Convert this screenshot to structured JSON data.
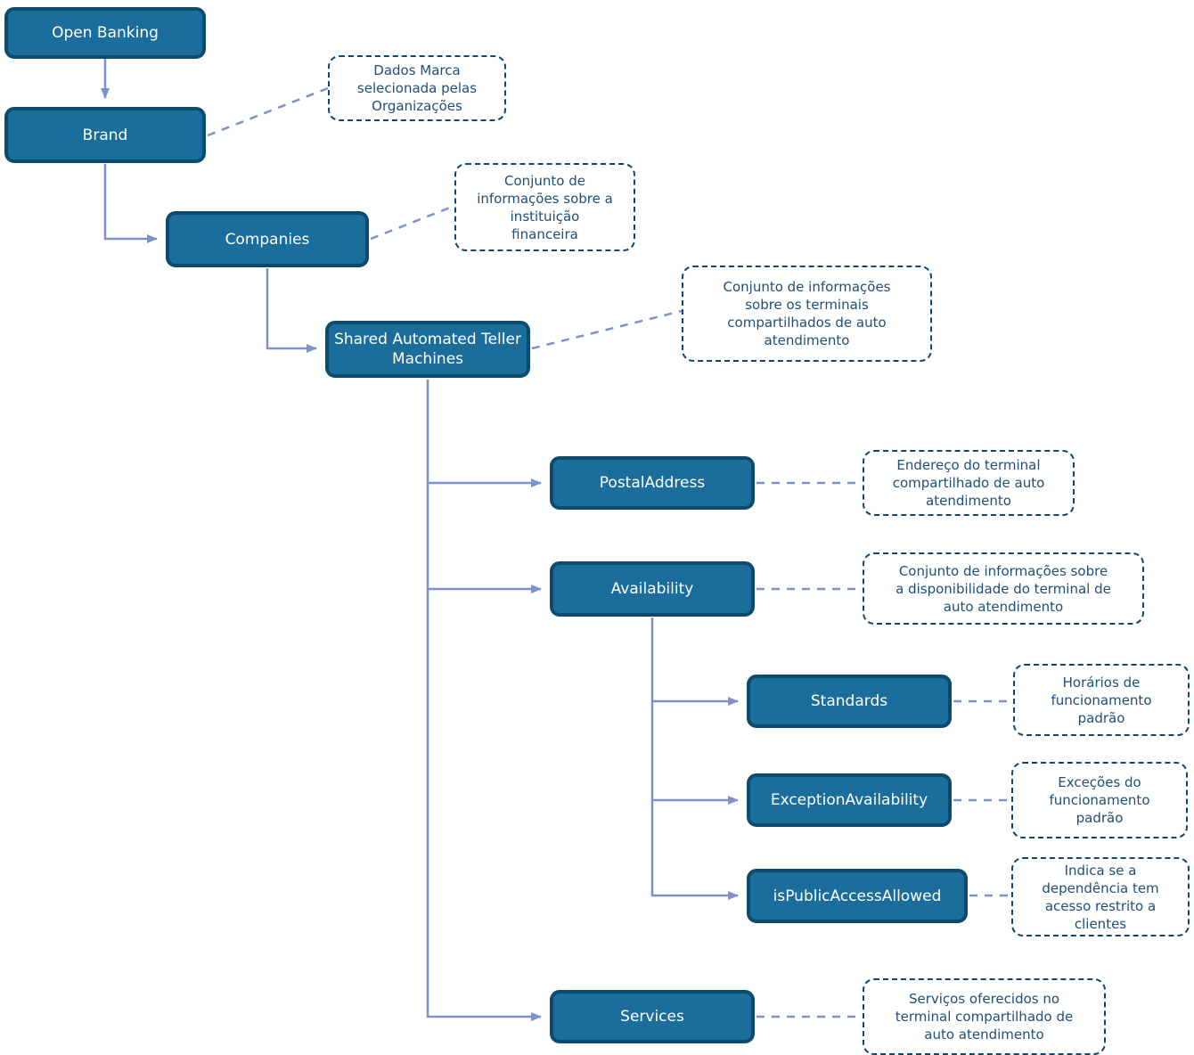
{
  "diagram_title": "Open Banking - Shared Automated Teller Machines hierarchy",
  "colors": {
    "node_fill": "#1B6D9B",
    "node_border": "#0C4A6E",
    "node_text": "#FFFFFF",
    "connector": "#7E91C8",
    "note_border": "#0F4571",
    "note_text": "#1F4E79",
    "page_bg": "#FFFFFF"
  },
  "nodes": [
    {
      "id": "open-banking",
      "label": "Open Banking"
    },
    {
      "id": "brand",
      "label": "Brand"
    },
    {
      "id": "companies",
      "label": "Companies"
    },
    {
      "id": "shared-automated-teller-machines",
      "label": "Shared Automated Teller Machines"
    },
    {
      "id": "postal-address",
      "label": "PostalAddress"
    },
    {
      "id": "availability",
      "label": "Availability"
    },
    {
      "id": "standards",
      "label": "Standards"
    },
    {
      "id": "exception-availability",
      "label": "ExceptionAvailability"
    },
    {
      "id": "is-public-access-allowed",
      "label": "isPublicAccessAllowed"
    },
    {
      "id": "services",
      "label": "Services"
    }
  ],
  "annotations": [
    {
      "for": "brand",
      "text": "Dados Marca\nselecionada pelas\nOrganizações"
    },
    {
      "for": "companies",
      "text": "Conjunto de\ninformações sobre a\ninstituição\nfinanceira"
    },
    {
      "for": "shared-automated-teller-machines",
      "text": "Conjunto de informações\nsobre os terminais\ncompartilhados de auto\natendimento"
    },
    {
      "for": "postal-address",
      "text": "Endereço do terminal\ncompartilhado de auto\natendimento"
    },
    {
      "for": "availability",
      "text": "Conjunto de informações sobre\na disponibilidade do terminal de\nauto atendimento"
    },
    {
      "for": "standards",
      "text": "Horários de\nfuncionamento\npadrão"
    },
    {
      "for": "exception-availability",
      "text": "Exceções do\nfuncionamento\npadrão"
    },
    {
      "for": "is-public-access-allowed",
      "text": "Indica se a\ndependência tem\nacesso restrito a\nclientes"
    },
    {
      "for": "services",
      "text": "Serviços oferecidos no\nterminal compartilhado de\nauto atendimento"
    }
  ]
}
